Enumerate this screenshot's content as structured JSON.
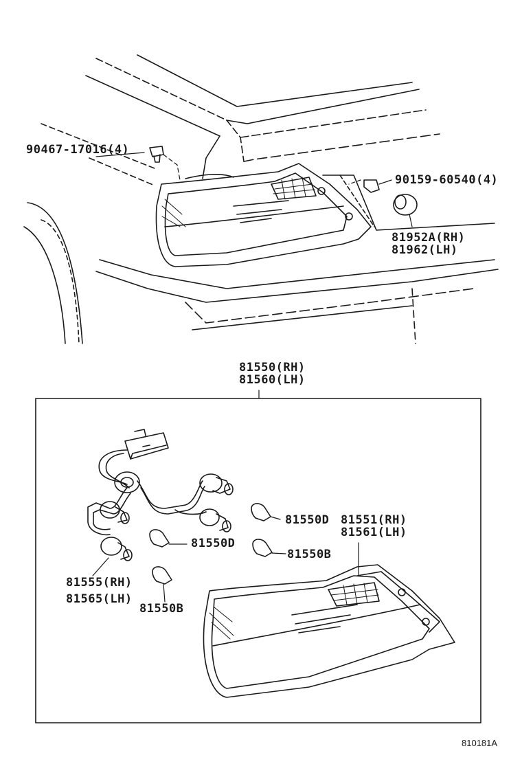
{
  "labels": {
    "bolt_top_left": "90467-17016(4)",
    "screw_top_right": "90159-60540(4)",
    "cap_rh": "81952A(RH)",
    "cap_lh": "81962(LH)",
    "assembly_rh": "81550(RH)",
    "assembly_lh": "81560(LH)",
    "bulb_d_right": "81550D",
    "bulb_d_left": "81550D",
    "bulb_b_right": "81550B",
    "bulb_b_bottom": "81550B",
    "lens_rh": "81551(RH)",
    "lens_lh": "81561(LH)",
    "socket_rh": "81555(RH)",
    "socket_lh": "81565(LH)"
  },
  "figure_code": "810181A"
}
